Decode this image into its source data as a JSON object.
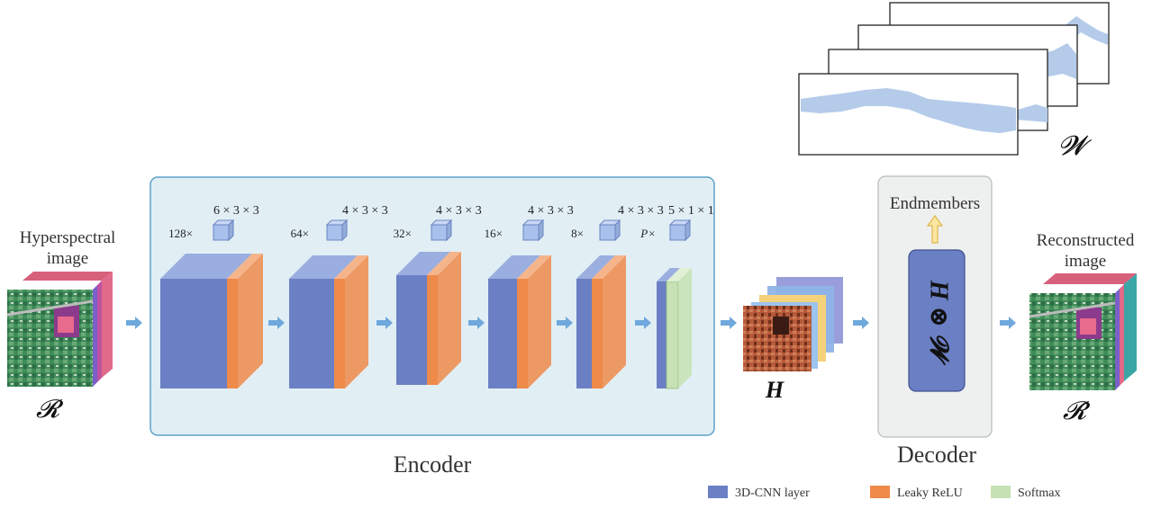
{
  "input": {
    "label_line1": "Hyperspectral",
    "label_line2": "image",
    "symbol": "𝓡"
  },
  "encoder": {
    "label": "Encoder",
    "layers": [
      {
        "kernel": "6 × 3 × 3",
        "channels": "128×"
      },
      {
        "kernel": "4 × 3 × 3",
        "channels": "64×"
      },
      {
        "kernel": "4 × 3 × 3",
        "channels": "32×"
      },
      {
        "kernel": "4 × 3 × 3",
        "channels": "16×"
      },
      {
        "kernel": "4 × 3 × 3",
        "channels": "8×"
      },
      {
        "kernel": "5 × 1 × 1",
        "channels": "P×"
      }
    ]
  },
  "abundance": {
    "symbol": "H"
  },
  "endmember_matrix": {
    "symbol": "𝓦"
  },
  "decoder": {
    "label": "Decoder",
    "endmembers_label": "Endmembers",
    "operation": "H ⊗ 𝓦"
  },
  "output": {
    "label_line1": "Reconstructed",
    "label_line2": "image",
    "symbol": "𝓡̂"
  },
  "legend": [
    {
      "label": "3D-CNN layer",
      "color": "#6b7fc4"
    },
    {
      "label": "Leaky ReLU",
      "color": "#ee8a4a"
    },
    {
      "label": "Softmax",
      "color": "#c6e2b4"
    }
  ],
  "colors": {
    "cnn": "#6b7fc4",
    "cnn_top": "#9aaee0",
    "relu": "#ee8a4a",
    "relu_top": "#f6b48a",
    "softmax": "#c6e2b4",
    "encoder_bg": "#e1eff5",
    "encoder_border": "#5aa2c8",
    "decoder_bg": "#eef0ef",
    "arrow": "#6fa8dc",
    "kernel_cube": "#a8c0ec"
  }
}
